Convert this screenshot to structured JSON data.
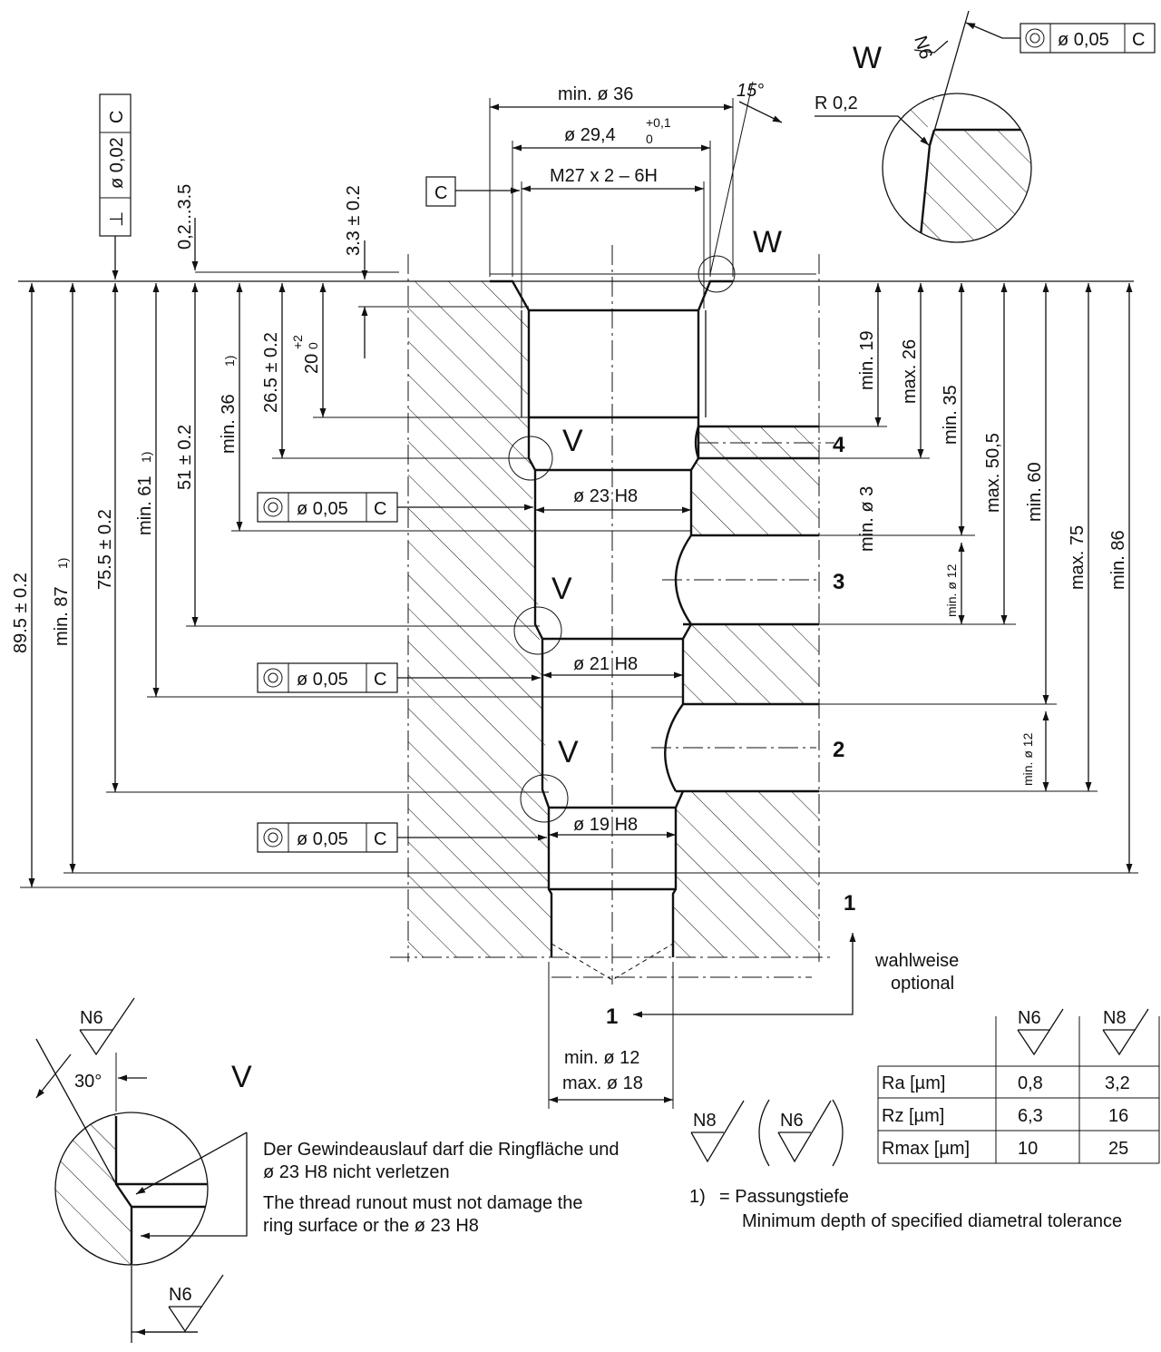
{
  "detail_labels": {
    "w": "W",
    "v": "V"
  },
  "port_numbers": {
    "p1": "1",
    "p2": "2",
    "p3": "3",
    "p4": "4"
  },
  "datum": "C",
  "radius": "R 0,2",
  "angle_15": "15°",
  "angle_30": "30°",
  "dims_top": {
    "min_d36": "min. ø 36",
    "d29": "ø 29,4",
    "d29_tol_up": "+0,1",
    "d29_tol_low": "0",
    "thread": "M27 x 2 – 6H"
  },
  "dims_bores": {
    "d23": "ø 23 H8",
    "d21": "ø 21 H8",
    "d19": "ø 19 H8"
  },
  "dims_bottom": {
    "min12": "min. ø 12",
    "max18": "max. ø 18"
  },
  "dims_left": {
    "d0_2_3_5": "0,2...3.5",
    "d3_3": "3.3 ± 0.2",
    "d20": "20",
    "d20_up": "+2",
    "d20_low": "0",
    "d26_5": "26.5 ± 0.2",
    "min36": "min. 36",
    "d51": "51 ± 0.2",
    "min61": "min. 61",
    "d75_5": "75.5 ± 0.2",
    "min87": "min. 87",
    "d89_5": "89.5 ± 0.2",
    "fn": "1)"
  },
  "dims_right": {
    "min19": "min. 19",
    "max26": "max. 26",
    "min35": "min. 35",
    "max50_5": "max. 50,5",
    "min60": "min. 60",
    "max75": "max. 75",
    "min86": "min. 86",
    "min_d3": "min. ø 3",
    "min_d12": "min. ø 12"
  },
  "tolerance_frames": {
    "concentricity": "ø 0,05",
    "perp_value": "ø 0,02",
    "perp_symbol": "⊥"
  },
  "surface": {
    "n6": "N6",
    "n8": "N8"
  },
  "optional": {
    "de": "wahlweise",
    "en": "optional"
  },
  "notes": {
    "de1": "Der Gewindeauslauf darf die Ringfläche und",
    "de2": "ø 23 H8 nicht verletzen",
    "en1": "The thread runout must not damage the",
    "en2": "ring surface or the ø 23 H8"
  },
  "footnote": {
    "mark": "1)",
    "eq": "= Passungstiefe",
    "en": "Minimum depth of specified diametral tolerance"
  },
  "roughness_table": {
    "columns": [
      "N6",
      "N8"
    ],
    "rows": [
      {
        "label": "Ra [µm]",
        "values": [
          "0,8",
          "3,2"
        ]
      },
      {
        "label": "Rz [µm]",
        "values": [
          "6,3",
          "16"
        ]
      },
      {
        "label": "Rmax [µm]",
        "values": [
          "10",
          "25"
        ]
      }
    ]
  }
}
